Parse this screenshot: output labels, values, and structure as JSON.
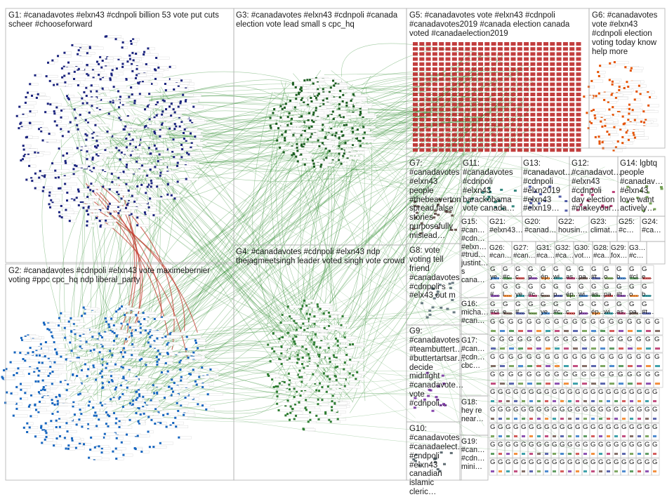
{
  "groups": [
    {
      "id": "G1",
      "label": "G1: #canadavotes #elxn43 #cdnpoli billion 53 vote put cuts scheer #chooseforward",
      "color": "#1a237e"
    },
    {
      "id": "G2",
      "label": "G2: #canadavotes #cdnpoli #elxn43 vote maximebernier voting #ppc cpc_hq ndp liberal_party",
      "color": "#1565c0"
    },
    {
      "id": "G3",
      "label": "G3: #canadavotes #elxn43 #cdnpoli #canada election vote lead small s cpc_hq",
      "color": "#1b5e20"
    },
    {
      "id": "G4",
      "label": "G4: #canadavotes #cdnpoli #elxn43 ndp thejagmeetsingh leader voted singh vote crowd",
      "color": "#2e7d32"
    },
    {
      "id": "G5",
      "label": "G5: #canadavotes vote #elxn43 #cdnpoli #canadavotes2019 #canada election canada voted #canadaelection2019",
      "color": "#b71c1c"
    },
    {
      "id": "G6",
      "label": "G6: #canadavotes vote #elxn43 #cdnpoli election voting today know help more",
      "color": "#e65100"
    },
    {
      "id": "G7",
      "label": "G7: #canadavotes #elxn43 people #thebeaverton spread false stories purposefully mislead…",
      "color": "#4e342e"
    },
    {
      "id": "G8",
      "label": "G8: vote voting tell friend #canadavotes #cdnpoli s #elx43 out m",
      "color": "#455a64"
    },
    {
      "id": "G9",
      "label": "G9: #canadavotes #teambuttert… #buttertartsar… decide midnight #canadavote… vote #cdnpoli…",
      "color": "#6a1b9a"
    },
    {
      "id": "G10",
      "label": "G10: #canadavotes #canadaelect… #cndpoli #elxn43 canadian islamic cleric…",
      "color": "#37474f"
    },
    {
      "id": "G11",
      "label": "G11: #canadavotes #cdnpoli #elxn43 barackobama vote canada…",
      "color": "#00695c"
    },
    {
      "id": "G12",
      "label": "G12: #canadavot… #elxn43 #cdnpoli day election #makeyour…",
      "color": "#ad1457"
    },
    {
      "id": "G13",
      "label": "G13: #canadavot… #cdnpoli #elxn2019 #elxn43 #elxn19…",
      "color": "#283593"
    },
    {
      "id": "G14",
      "label": "G14: lgbtq people #canadav… #elxn43 love want actively…",
      "color": "#558b2f"
    },
    {
      "id": "G15",
      "label": "G15: #can… #cdn… #elxn… #trud… justint… s cana…",
      "color": "#6d4c41"
    },
    {
      "id": "G16",
      "label": "G16: micha… #can…",
      "color": "#546e7a"
    },
    {
      "id": "G17",
      "label": "G17: #can… #cdn… cbc…",
      "color": "#7b1fa2"
    },
    {
      "id": "G18",
      "label": "G18: hey re near…",
      "color": "#00838f"
    },
    {
      "id": "G19",
      "label": "G19: #can… #cdn… mini…",
      "color": "#c62828"
    },
    {
      "id": "G20",
      "label": "G20: #canad…",
      "color": "#f9a825"
    },
    {
      "id": "G21",
      "label": "G21: #elxn43…",
      "color": "#0277bd"
    },
    {
      "id": "G22",
      "label": "G22: housin…",
      "color": "#4527a0"
    },
    {
      "id": "G23",
      "label": "G23: climat…",
      "color": "#2e7d32"
    },
    {
      "id": "G24",
      "label": "G24: #ca…",
      "color": "#ef6c00"
    },
    {
      "id": "G25",
      "label": "G25: #c…",
      "color": "#5d4037"
    },
    {
      "id": "G26",
      "label": "G26: #can…",
      "color": "#00695c"
    },
    {
      "id": "G27",
      "label": "G27: #can…",
      "color": "#1565c0"
    },
    {
      "id": "G28",
      "label": "G28: #ca…",
      "color": "#8e24aa"
    },
    {
      "id": "G29",
      "label": "G29: fox…",
      "color": "#d84315"
    },
    {
      "id": "G30",
      "label": "G30: vot…",
      "color": "#2e7d32"
    },
    {
      "id": "G31",
      "label": "G31: #ca…",
      "color": "#283593"
    },
    {
      "id": "G32",
      "label": "G32: #ca…",
      "color": "#6a1b9a"
    },
    {
      "id": "G33",
      "label": "G3… #c…",
      "color": "#00838f"
    }
  ],
  "small_cell_letter": "G",
  "small_cell_words": [
    "ye…",
    "#c…",
    "c…",
    "p…",
    "ép…",
    "wi…",
    "as…",
    "pa…",
    "#t…",
    "o…",
    "b…",
    "#cl…",
    "e…",
    "#…",
    "l…"
  ],
  "colors": {
    "background": "#ffffff",
    "edge_green": "#2e8b2e",
    "edge_red": "#c0392b",
    "box_border": "#b0b0b0"
  }
}
